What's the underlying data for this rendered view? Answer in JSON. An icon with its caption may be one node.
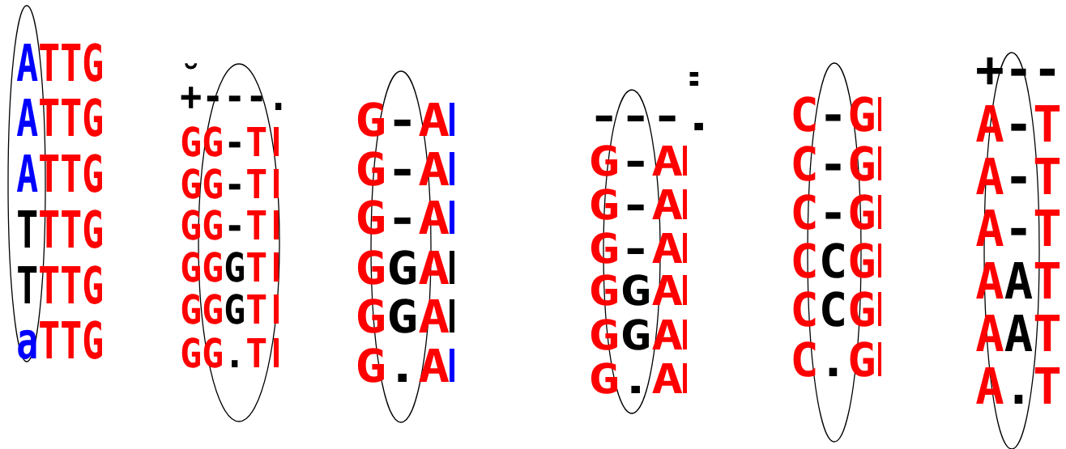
{
  "diagram": {
    "labels": [
      "A",
      "TTG",
      "A",
      "TTG",
      "A",
      "TTG",
      "T",
      "TTG",
      "T",
      "TTG",
      "a",
      "TTG",
      "˘",
      "+---.",
      "GG",
      "-",
      "T",
      "GG",
      "-",
      "T",
      "GG",
      "-",
      "T",
      "GG",
      "G",
      "T",
      "GG",
      "G",
      "T",
      "GG",
      ".",
      "T",
      "G",
      "-",
      "A",
      "G",
      "-",
      "A",
      "G",
      "-",
      "A",
      "G",
      "G",
      "A",
      "G",
      "G",
      "A",
      "G",
      ".",
      "A",
      ":",
      "---.",
      "G",
      "-",
      "A",
      "G",
      "-",
      "A",
      "G",
      "-",
      "A",
      "G",
      "G",
      "A",
      "G",
      "G",
      "A",
      "G",
      ".",
      "A",
      "C",
      "-",
      "G",
      "C",
      "-",
      "G",
      "C",
      "-",
      "G",
      "C",
      "C",
      "G",
      "C",
      "C",
      "G",
      "C",
      ".",
      "G",
      "+--",
      "A",
      "-",
      "T",
      "A",
      "-",
      "T",
      "A",
      "-",
      "T",
      "A",
      "A",
      "T",
      "A",
      "A",
      "T",
      "A",
      ".",
      "T"
    ]
  }
}
